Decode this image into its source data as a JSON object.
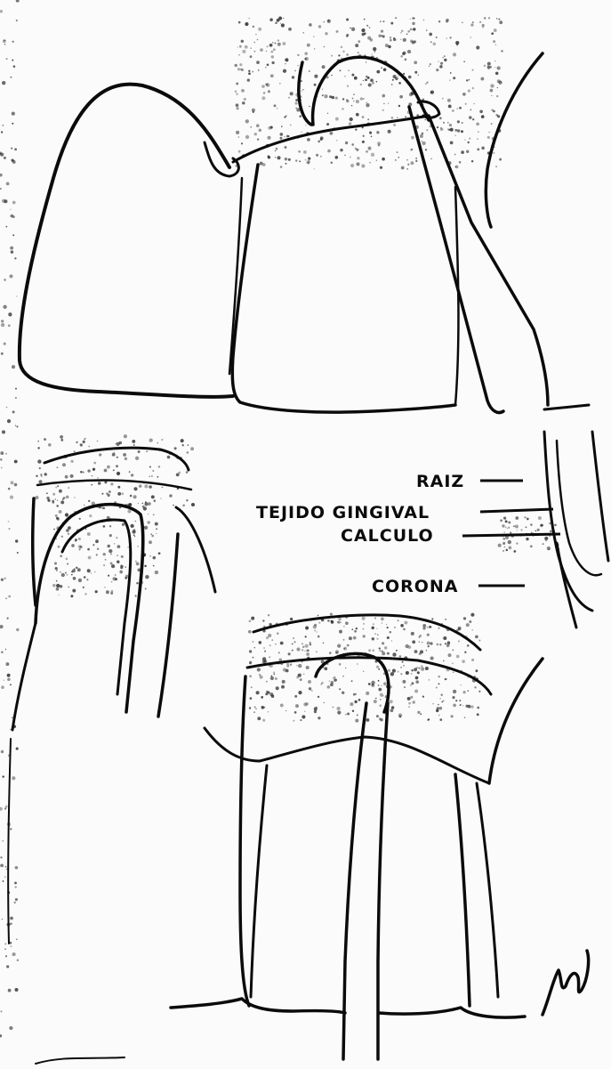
{
  "legend": {
    "raiz": "RAIZ",
    "tejido_gingival": "TEJIDO GINGIVAL",
    "calculo": "CALCULO",
    "corona": "CORONA"
  },
  "colors": {
    "ink": "#0b0b0b",
    "paper": "#fbfbfb",
    "stipple": "#2a2a2a"
  }
}
